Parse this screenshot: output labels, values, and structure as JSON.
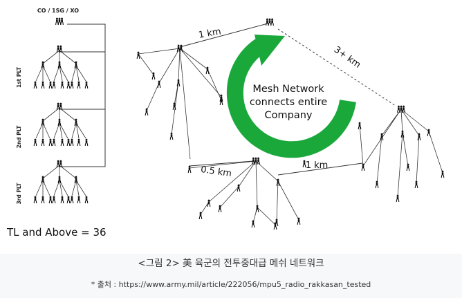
{
  "diagram": {
    "hq_label": "CO / 1SG / XO",
    "platoons": [
      {
        "label": "1st PLT"
      },
      {
        "label": "2nd PLT"
      },
      {
        "label": "3rd PLT"
      }
    ],
    "total_label": "TL and Above = 36",
    "center_text": [
      "Mesh Network",
      "connects entire",
      "Company"
    ],
    "distances": {
      "top_left": "1 km",
      "top_right": "3+ km",
      "mid_left": "0.5 km",
      "mid_right": "1 km"
    },
    "colors": {
      "arrow": "#1aa83b",
      "lines": "#333333"
    }
  },
  "caption": "<그림 2> 美 육군의 전투중대급 메쉬 네트워크",
  "source": "* 출처 : https://www.army.mil/article/222056/mpu5_radio_rakkasan_tested"
}
